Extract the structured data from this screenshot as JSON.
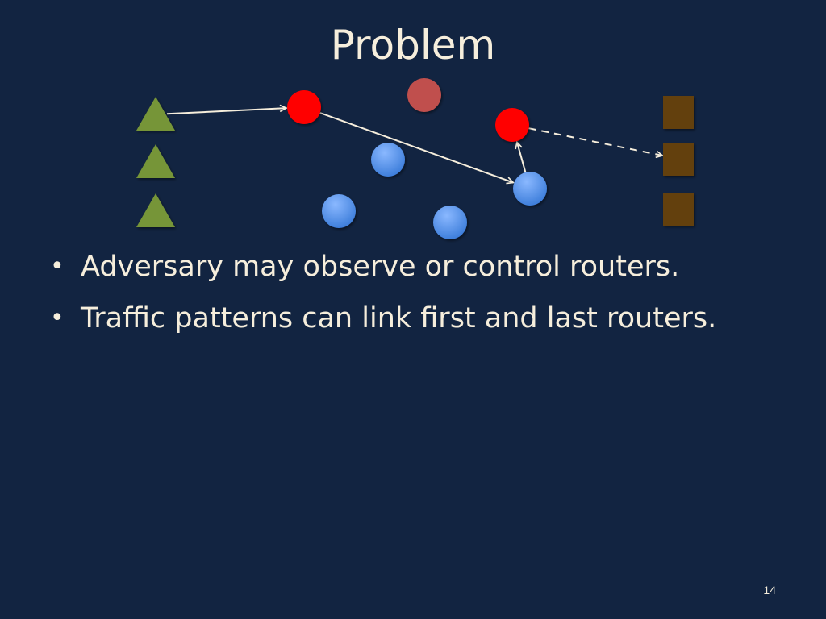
{
  "slide": {
    "title": "Problem",
    "bullets": [
      "Adversary may observe or control routers.",
      "Traffic patterns can link first and last routers."
    ],
    "page_number": "14"
  },
  "diagram": {
    "colors": {
      "client": "#769539",
      "destination": "#63400f",
      "compromised_router": "#ff0000",
      "inactive_compromised_router": "#c0504d",
      "honest_router": "#4f8fe6",
      "arrow": "#f6eedc"
    },
    "nodes": [
      {
        "id": "client-1",
        "kind": "client",
        "shape": "triangle"
      },
      {
        "id": "client-2",
        "kind": "client",
        "shape": "triangle"
      },
      {
        "id": "client-3",
        "kind": "client",
        "shape": "triangle"
      },
      {
        "id": "router-red-1",
        "kind": "compromised_router",
        "shape": "circle"
      },
      {
        "id": "router-red-inactive",
        "kind": "inactive_compromised_router",
        "shape": "circle"
      },
      {
        "id": "router-red-2",
        "kind": "compromised_router",
        "shape": "circle"
      },
      {
        "id": "router-blue-1",
        "kind": "honest_router",
        "shape": "circle"
      },
      {
        "id": "router-blue-2",
        "kind": "honest_router",
        "shape": "circle"
      },
      {
        "id": "router-blue-3",
        "kind": "honest_router",
        "shape": "circle"
      },
      {
        "id": "router-blue-4",
        "kind": "honest_router",
        "shape": "circle"
      },
      {
        "id": "destination-1",
        "kind": "destination",
        "shape": "square"
      },
      {
        "id": "destination-2",
        "kind": "destination",
        "shape": "square"
      },
      {
        "id": "destination-3",
        "kind": "destination",
        "shape": "square"
      }
    ],
    "edges": [
      {
        "from": "client-1",
        "to": "router-red-1",
        "style": "solid"
      },
      {
        "from": "router-red-1",
        "to": "router-blue-4",
        "style": "solid"
      },
      {
        "from": "router-blue-4",
        "to": "router-red-2",
        "style": "solid"
      },
      {
        "from": "router-red-2",
        "to": "destination-2",
        "style": "dashed"
      }
    ]
  }
}
